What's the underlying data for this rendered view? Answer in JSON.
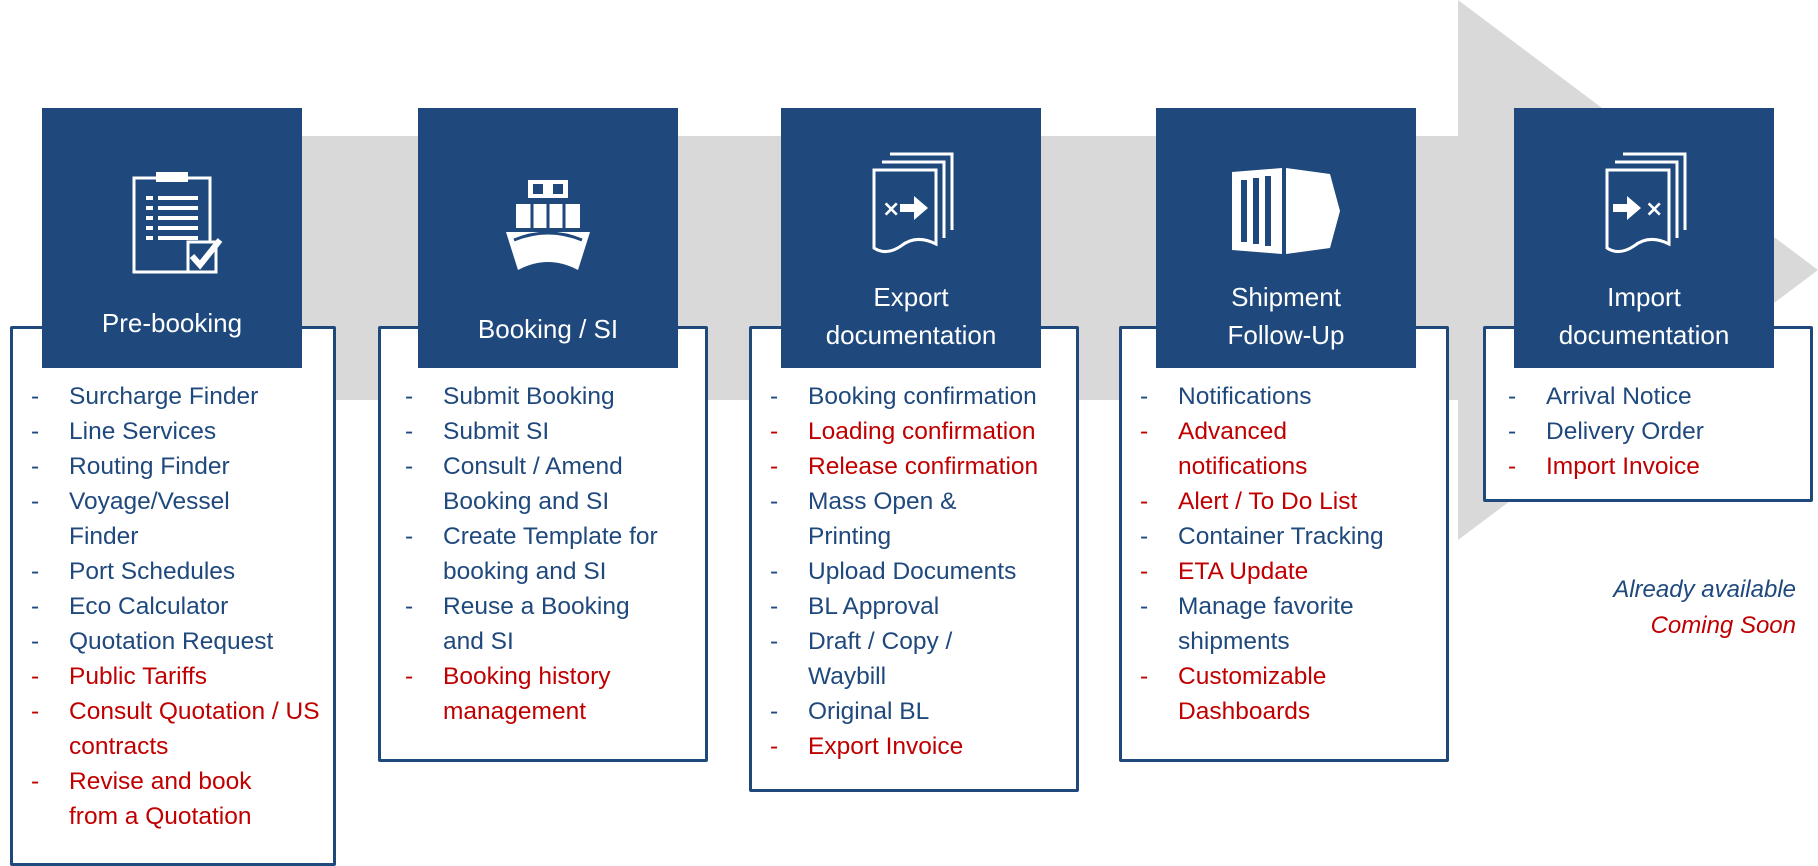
{
  "colors": {
    "navy": "#1f497d",
    "coming_soon_red": "#c00000",
    "arrow_grey": "#d9d9d9"
  },
  "stages": [
    {
      "title": "Pre-booking",
      "icon": "clipboard-check-icon",
      "items": [
        {
          "text": "Surcharge Finder",
          "status": "available"
        },
        {
          "text": "Line Services",
          "status": "available"
        },
        {
          "text": "Routing Finder",
          "status": "available"
        },
        {
          "text": "Voyage/Vessel Finder",
          "status": "available"
        },
        {
          "text": "Port Schedules",
          "status": "available"
        },
        {
          "text": "Eco Calculator",
          "status": "available"
        },
        {
          "text": "Quotation Request",
          "status": "available"
        },
        {
          "text": "Public Tariffs",
          "status": "coming_soon"
        },
        {
          "text": "Consult Quotation / US contracts",
          "status": "coming_soon"
        },
        {
          "text": "Revise and book from  a Quotation",
          "status": "coming_soon"
        }
      ]
    },
    {
      "title": "Booking / SI",
      "icon": "ship-icon",
      "items": [
        {
          "text": "Submit Booking",
          "status": "available"
        },
        {
          "text": "Submit SI",
          "status": "available"
        },
        {
          "text": "Consult / Amend Booking and SI",
          "status": "available"
        },
        {
          "text": "Create Template for booking and SI",
          "status": "available"
        },
        {
          "text": "Reuse a Booking and SI",
          "status": "available"
        },
        {
          "text": "Booking history management",
          "status": "coming_soon"
        }
      ]
    },
    {
      "title": "Export documentation",
      "icon": "export-documents-icon",
      "items": [
        {
          "text": "Booking confirmation",
          "status": "available"
        },
        {
          "text": "Loading confirmation",
          "status": "coming_soon"
        },
        {
          "text": "Release confirmation",
          "status": "coming_soon"
        },
        {
          "text": "Mass Open & Printing",
          "status": "available"
        },
        {
          "text": "Upload Documents",
          "status": "available"
        },
        {
          "text": "BL Approval",
          "status": "available"
        },
        {
          "text": "Draft / Copy / Waybill",
          "status": "available"
        },
        {
          "text": "Original BL",
          "status": "available"
        },
        {
          "text": "Export Invoice",
          "status": "coming_soon"
        }
      ]
    },
    {
      "title": "Shipment Follow-Up",
      "icon": "container-icon",
      "items": [
        {
          "text": "Notifications",
          "status": "available"
        },
        {
          "text": "Advanced notifications",
          "status": "coming_soon"
        },
        {
          "text": "Alert / To Do List",
          "status": "coming_soon"
        },
        {
          "text": "Container Tracking",
          "status": "available"
        },
        {
          "text": "ETA Update",
          "status": "coming_soon"
        },
        {
          "text": "Manage favorite shipments",
          "status": "available"
        },
        {
          "text": "Customizable Dashboards",
          "status": "coming_soon"
        }
      ]
    },
    {
      "title": "Import documentation",
      "icon": "import-documents-icon",
      "items": [
        {
          "text": "Arrival Notice",
          "status": "available"
        },
        {
          "text": "Delivery Order",
          "status": "available"
        },
        {
          "text": "Import Invoice",
          "status": "coming_soon"
        }
      ]
    }
  ],
  "legend": {
    "available": "Already available",
    "coming_soon": "Coming Soon"
  }
}
